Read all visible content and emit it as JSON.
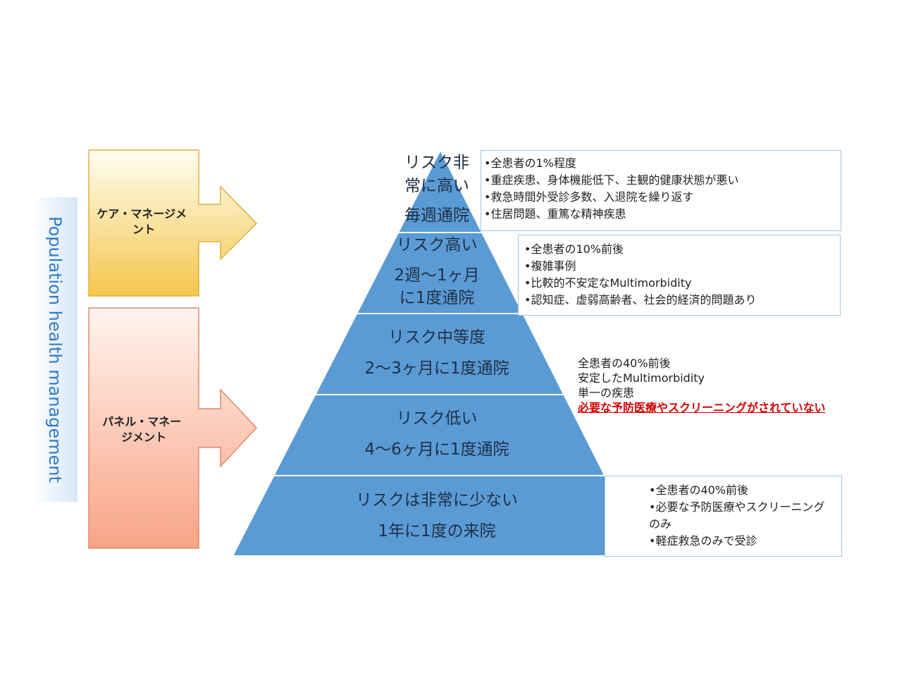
{
  "side_label": "Population health management",
  "arrows": [
    {
      "label_lines": [
        "ケア・マネージメ",
        "ント"
      ],
      "color_top": "#fffef2",
      "color_bottom": "#f4c64c",
      "border": "#e0b040"
    },
    {
      "label_lines": [
        "パネル・マネー",
        "ジメント"
      ],
      "color_top": "#fff4ef",
      "color_bottom": "#f8a486",
      "border": "#e48a6a"
    }
  ],
  "pyramid": {
    "fill": "#5b9bd5",
    "tiers": [
      {
        "lines": [
          "リスク非",
          "常に高い",
          "毎週通院"
        ]
      },
      {
        "lines": [
          "リスク高い",
          "2週〜1ヶ月",
          "に1度通院"
        ]
      },
      {
        "lines": [
          "リスク中等度",
          "2〜3ヶ月に1度通院"
        ]
      },
      {
        "lines": [
          "リスク低い",
          "4〜6ヶ月に1度通院"
        ]
      },
      {
        "lines": [
          "リスクは非常に少ない",
          "1年に1度の来院"
        ]
      }
    ]
  },
  "descriptions": [
    {
      "lines": [
        "•全患者の1%程度",
        "•重症疾患、身体機能低下、主観的健康状態が悪い",
        "•救急時間外受診多数、入退院を繰り返す",
        "•住居問題、重篤な精神疾患"
      ]
    },
    {
      "lines": [
        "•全患者の10%前後",
        "•複雑事例",
        "•比較的不安定なMultimorbidity",
        "•認知症、虚弱高齢者、社会的経済的問題あり"
      ]
    },
    {
      "lines": [
        "全患者の40%前後",
        "安定したMultimorbidity",
        "単一の疾患"
      ],
      "emphasis": "必要な予防医療やスクリーニングがされていない"
    },
    {
      "lines": [
        "•全患者の40%前後",
        "•必要な予防医療やスクリーニング",
        "のみ",
        "•軽症救急のみで受診"
      ]
    }
  ]
}
